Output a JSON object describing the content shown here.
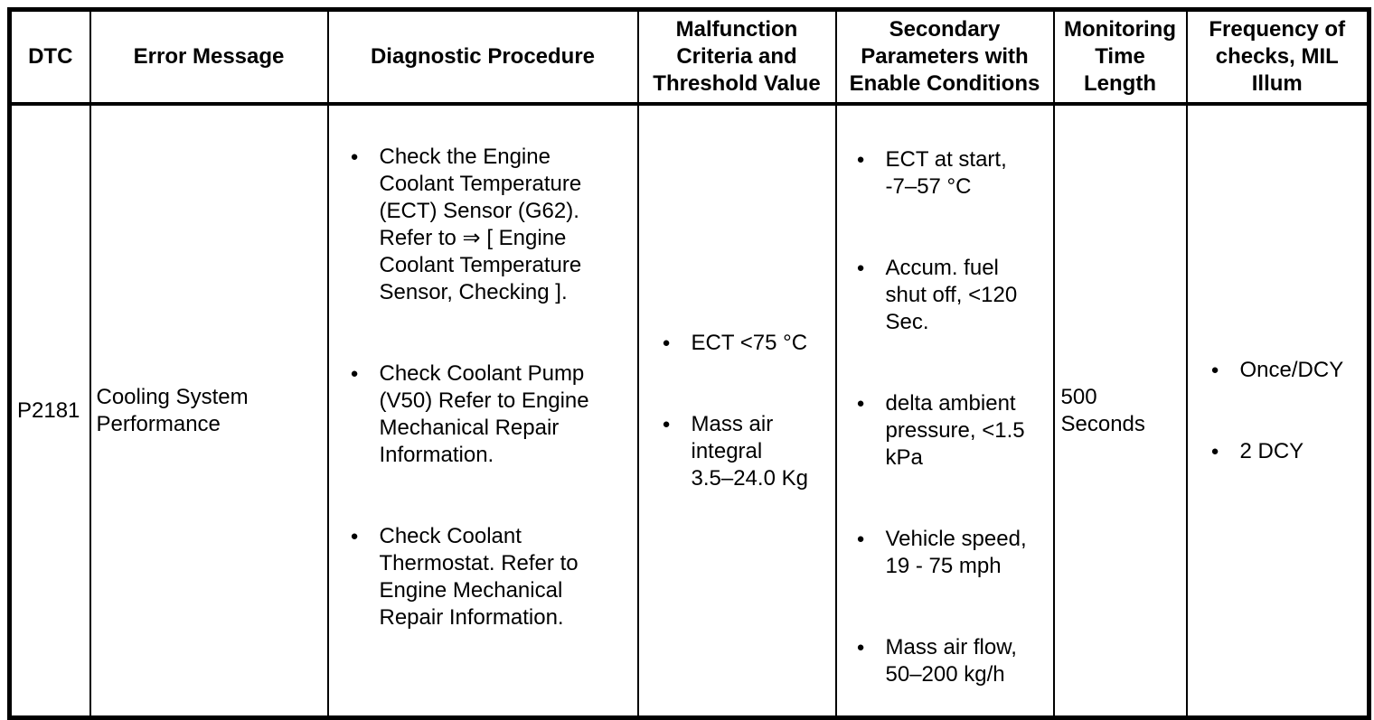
{
  "table": {
    "bullet_glyph": "●",
    "headers": [
      "DTC",
      "Error Message",
      "Diagnostic Procedure",
      "Malfunction\nCriteria and\nThreshold Value",
      "Secondary\nParameters with\nEnable Conditions",
      "Monitoring\nTime\nLength",
      "Frequency of\nchecks, MIL\nIllum"
    ],
    "row": {
      "dtc": "P2181",
      "error_message": "Cooling System\nPerformance",
      "diagnostic_procedure": [
        "Check the Engine\nCoolant Temperature\n(ECT) Sensor (G62).\nRefer to ⇒ [ Engine\nCoolant Temperature\nSensor, Checking ].",
        "Check Coolant Pump\n(V50) Refer to Engine\nMechanical Repair\nInformation.",
        "Check Coolant\nThermostat. Refer to\nEngine Mechanical\nRepair Information."
      ],
      "malfunction_criteria": [
        "ECT <75 °C",
        "Mass air\nintegral\n3.5–24.0 Kg"
      ],
      "secondary_parameters": [
        "ECT at start,\n-7–57 °C",
        "Accum. fuel\nshut off, <120\nSec.",
        "delta ambient\npressure, <1.5\nkPa",
        "Vehicle speed,\n19 - 75 mph",
        "Mass air flow,\n50–200 kg/h"
      ],
      "monitoring_time": "500\nSeconds",
      "frequency_of_checks": [
        "Once/DCY",
        "2 DCY"
      ]
    }
  }
}
